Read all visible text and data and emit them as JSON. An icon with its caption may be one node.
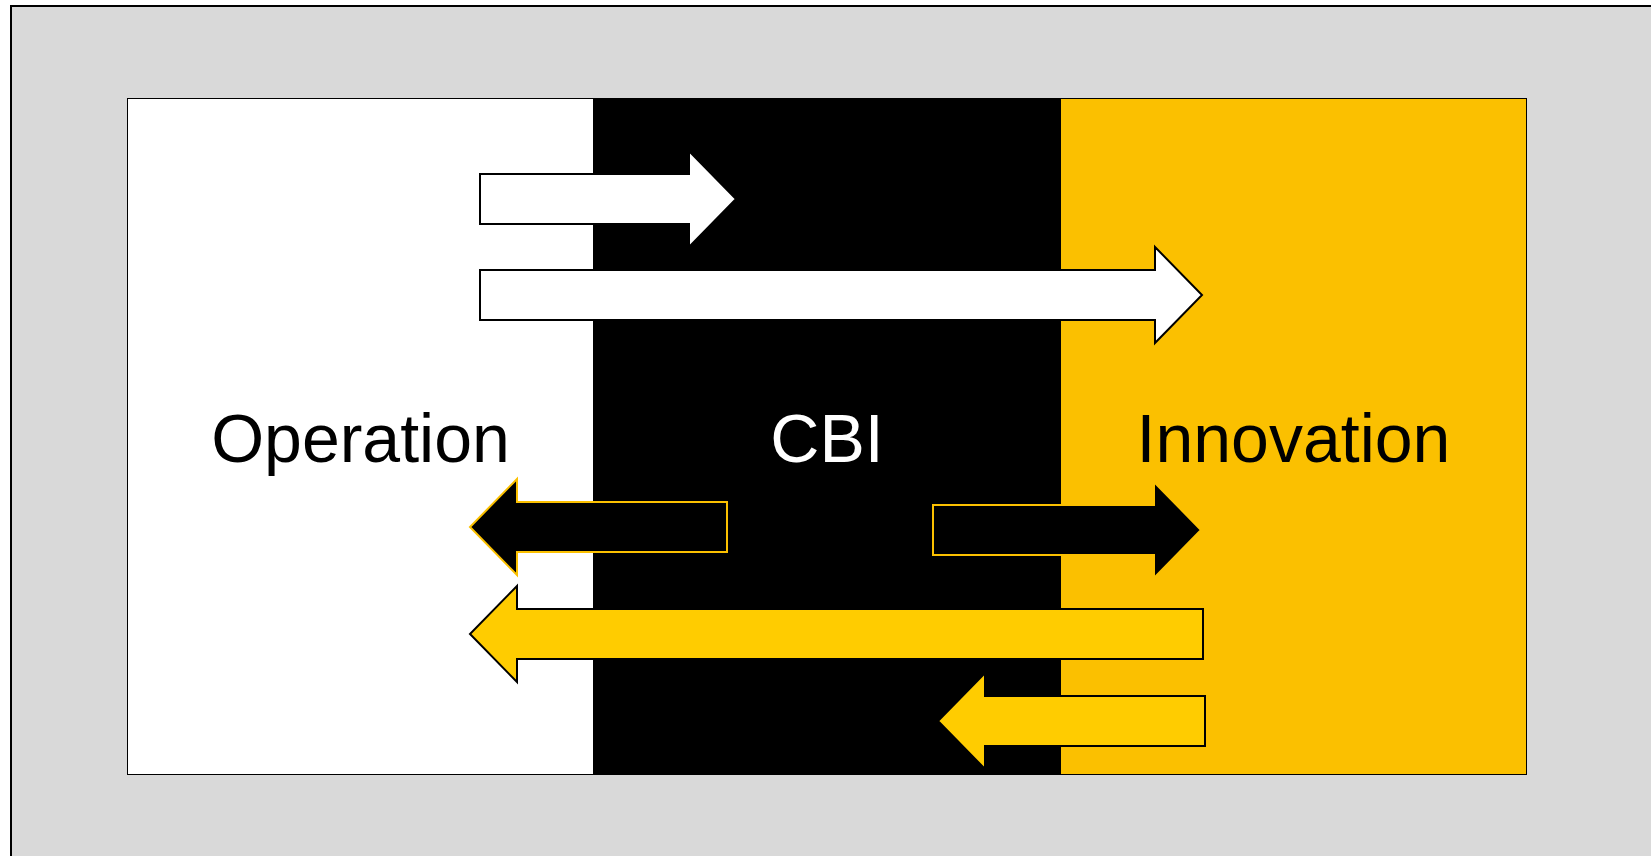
{
  "diagram": {
    "nodes": [
      {
        "text": [
          "Operation"
        ]
      },
      {
        "text": [
          "CBI"
        ]
      },
      {
        "text": [
          "Innovation"
        ]
      }
    ],
    "edges": [
      {
        "from": 0,
        "to": 1,
        "arrow": "to",
        "style": "thick",
        "color": "#ffffff"
      },
      {
        "from": 0,
        "to": 2,
        "arrow": "to",
        "style": "thick",
        "color": "#ffffff"
      },
      {
        "from": 1,
        "to": 0,
        "arrow": "to",
        "style": "thick",
        "color": "#000000"
      },
      {
        "from": 1,
        "to": 2,
        "arrow": "to",
        "style": "thick",
        "color": "#000000"
      },
      {
        "from": 2,
        "to": 0,
        "arrow": "to",
        "style": "thick",
        "color": "#ffcc00"
      },
      {
        "from": 2,
        "to": 1,
        "arrow": "to",
        "style": "thick",
        "color": "#ffcc00"
      }
    ]
  }
}
